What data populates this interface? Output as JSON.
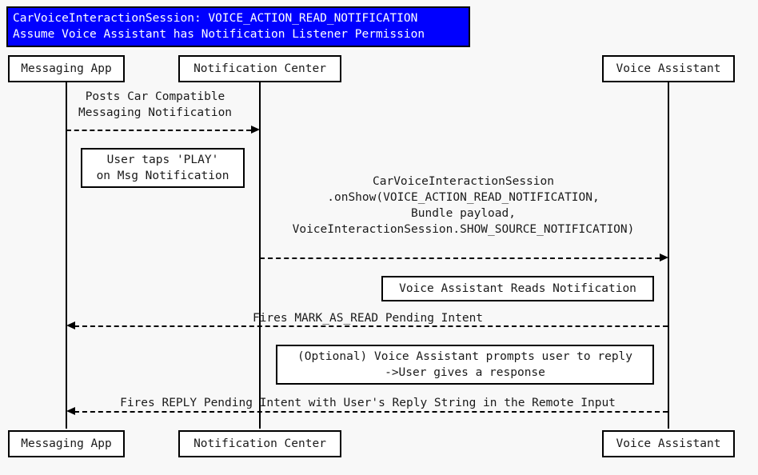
{
  "diagram": {
    "title": {
      "line1": "CarVoiceInteractionSession: VOICE_ACTION_READ_NOTIFICATION",
      "line2": "Assume Voice Assistant has Notification Listener Permission"
    },
    "participants": [
      {
        "id": "messaging-app",
        "label": "Messaging App"
      },
      {
        "id": "notification-center",
        "label": "Notification Center"
      },
      {
        "id": "voice-assistant",
        "label": "Voice Assistant"
      }
    ],
    "messages": [
      {
        "id": "posts-notification",
        "label": "Posts Car Compatible\nMessaging Notification",
        "from": "messaging-app",
        "to": "notification-center",
        "direction": "right",
        "style": "dashed"
      },
      {
        "id": "on-show",
        "label": "CarVoiceInteractionSession\n.onShow(VOICE_ACTION_READ_NOTIFICATION,\nBundle payload,\nVoiceInteractionSession.SHOW_SOURCE_NOTIFICATION)",
        "from": "notification-center",
        "to": "voice-assistant",
        "direction": "right",
        "style": "dashed"
      },
      {
        "id": "mark-as-read",
        "label": "Fires MARK_AS_READ Pending Intent",
        "from": "voice-assistant",
        "to": "messaging-app",
        "direction": "left",
        "style": "dashed"
      },
      {
        "id": "reply-intent",
        "label": "Fires REPLY Pending Intent with User's Reply String in the Remote Input",
        "from": "voice-assistant",
        "to": "messaging-app",
        "direction": "left",
        "style": "dashed"
      }
    ],
    "notes": [
      {
        "id": "user-taps-play",
        "line1": "User taps 'PLAY'",
        "line2": "on Msg Notification"
      },
      {
        "id": "assistant-reads",
        "line1": "Voice Assistant Reads Notification"
      },
      {
        "id": "optional-prompt",
        "line1": "(Optional) Voice Assistant prompts user to reply",
        "line2": "->User gives a response"
      }
    ],
    "colors": {
      "title_background": "#0000FF",
      "title_text": "#FFFFFF",
      "line": "#000000",
      "canvas_background": "#F8F8F8",
      "box_background": "#FFFFFF"
    }
  }
}
